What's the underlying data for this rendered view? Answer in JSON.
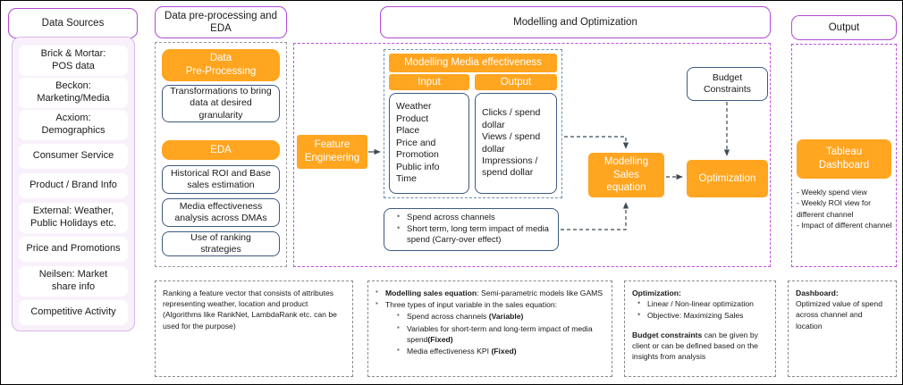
{
  "columns": {
    "data_sources": {
      "header": "Data Sources",
      "items": [
        "Brick & Mortar:\nPOS data",
        "Beckon:\nMarketing/Media",
        "Acxiom:\nDemographics",
        "Consumer Service",
        "Product  / Brand Info",
        "External: Weather,\nPublic Holidays etc.",
        "Price and Promotions",
        "Neilsen: Market\nshare info",
        "Competitive Activity"
      ]
    },
    "preprocessing": {
      "header": "Data pre-processing and EDA",
      "block1_title": "Data\nPre-Processing",
      "block1_items": [
        "Transformations to bring data at desired granularity"
      ],
      "block2_title": "EDA",
      "block2_items": [
        "Historical ROI  and Base sales estimation",
        "Media effectiveness analysis across DMAs",
        "Use of ranking strategies"
      ]
    },
    "modelling": {
      "header": "Modelling and Optimization",
      "feature_engineering": "Feature\nEngineering",
      "media_box": {
        "title": "Modelling Media effectiveness",
        "input_label": "Input",
        "output_label": "Output",
        "input_items": "Weather\nProduct\nPlace\nPrice and\nPromotion\nPublic info\nTime",
        "output_items": "Clicks / spend dollar\nViews / spend dollar\nImpressions / spend dollar"
      },
      "spend_box": [
        "Spend across channels",
        "Short term, long term  impact of media spend (Carry-over effect)"
      ],
      "budget_constraints": "Budget\nConstraints",
      "modelling_sales": "Modelling\nSales\nequation",
      "optimization": "Optimization"
    },
    "output": {
      "header": "Output",
      "tableau": "Tableau\nDashboard",
      "bullets": "- Weekly spend view\n- Weekly ROI view for different channel\n- Impact of different channel"
    }
  },
  "notes": {
    "ranking": "Ranking a feature vector that consists of attributes representing weather, location and product (Algorithms like RankNet, LambdaRank etc. can be used for the purpose)",
    "modelling": {
      "b1_strong": "Modelling  sales equation",
      "b1_rest": ":  Semi-parametric models like GAMS",
      "b2": "Three types of input variable in the sales equation:",
      "sub": [
        {
          "text": "Spend across channels ",
          "strong": "(Variable)"
        },
        {
          "text": "Variables for short-term and long-term impact of media spend",
          "strong": "(Fixed)"
        },
        {
          "text": "Media effectiveness KPI ",
          "strong": "(Fixed)"
        }
      ]
    },
    "optimization": {
      "title": "Optimization:",
      "bullets": [
        "Linear / Non-linear optimization",
        "Objective: Maximizing Sales"
      ],
      "budget_strong": "Budget constraints",
      "budget_rest": "  can be given by client or can be defined based on the insights from analysis"
    },
    "dashboard": {
      "title": "Dashboard:",
      "body": "Optimized value of spend across channel and location"
    }
  },
  "colors": {
    "orange": "#ffa51f",
    "purple": "#b14ad6",
    "panel_bg": "#f8f1fb",
    "box_border": "#3d5a80"
  }
}
